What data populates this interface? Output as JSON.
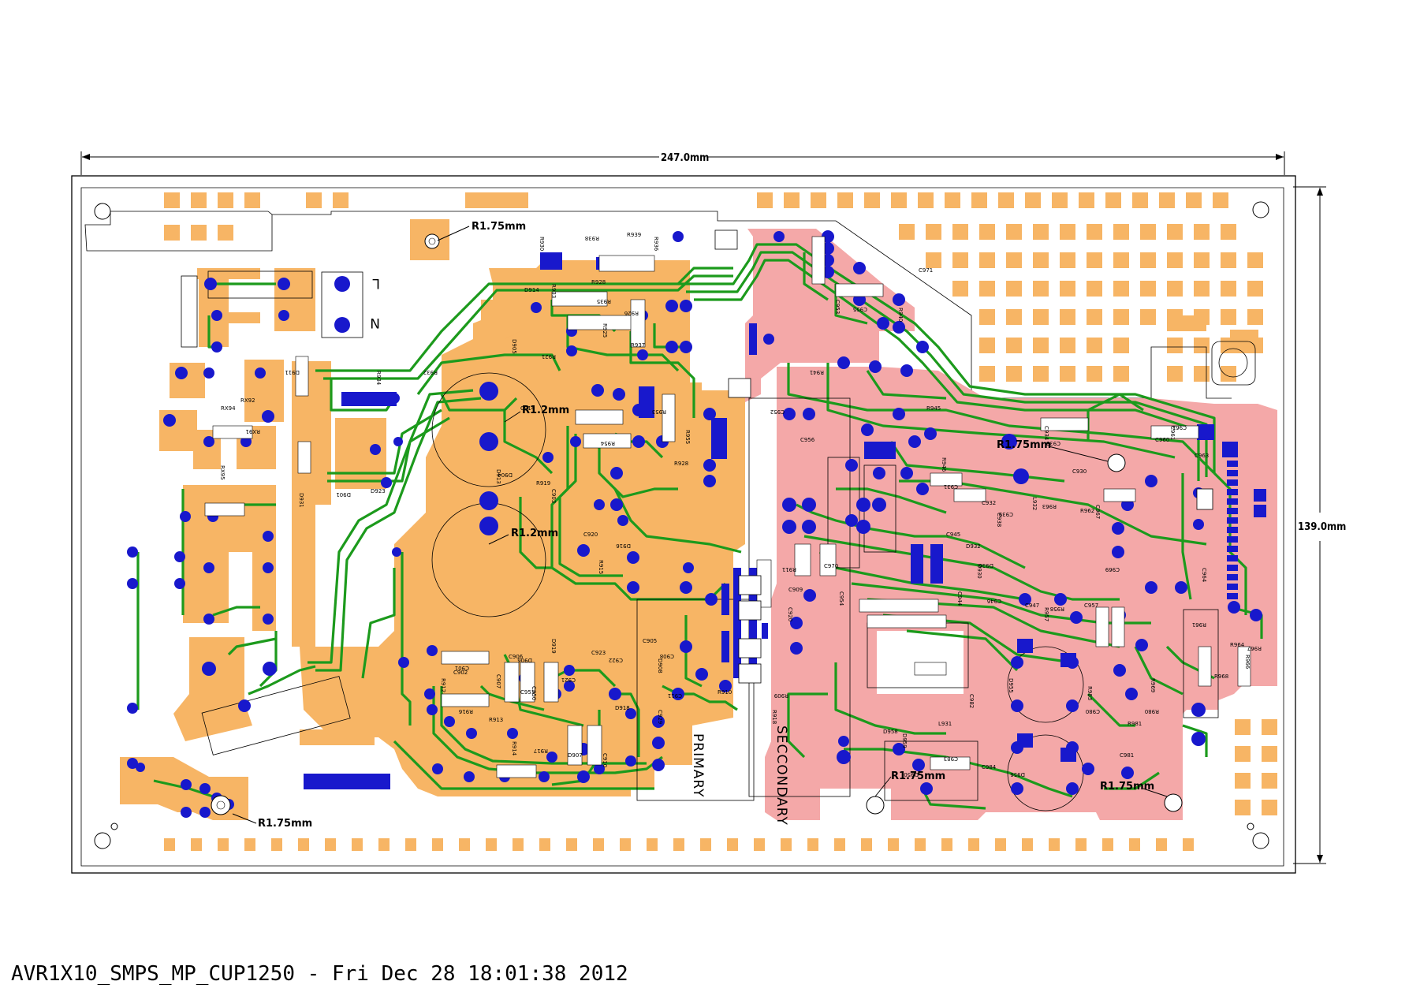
{
  "drawing": {
    "width_label": "247.0mm",
    "height_label": "139.0mm",
    "primary_label": "PRIMARY",
    "secondary_label": "SECCONDARY",
    "radius_labels": [
      "R1.75mm",
      "R1.2mm",
      "R1.2mm",
      "R1.75mm",
      "R1.75mm",
      "R1.75mm",
      "R1.75mm"
    ],
    "connector_labels": [
      "L",
      "N"
    ],
    "component_labels": [
      "R930",
      "R938",
      "R939",
      "R936",
      "R935",
      "R937",
      "R933",
      "D911",
      "RX94",
      "RX95",
      "RX91",
      "RX92",
      "D931",
      "D901",
      "D923",
      "R934",
      "R932",
      "D914",
      "D905",
      "R921",
      "R928",
      "R925",
      "R926",
      "C914",
      "D913",
      "D904",
      "R919",
      "C903",
      "R953",
      "R928",
      "R955",
      "R954",
      "C920",
      "R915",
      "D916",
      "D918",
      "D919",
      "D906",
      "C906",
      "C907",
      "C901",
      "C902",
      "R912",
      "R916",
      "R913",
      "R914",
      "R917",
      "D907",
      "C910",
      "C922",
      "C905",
      "D908",
      "C908",
      "C951",
      "C950",
      "C921",
      "C923",
      "C929",
      "C911",
      "R910",
      "R918",
      "R909",
      "C909",
      "C920",
      "R911",
      "C970",
      "C954",
      "C952",
      "C956",
      "C953",
      "C955",
      "C971",
      "R940",
      "R941",
      "R945",
      "R946",
      "C931",
      "C932",
      "C938",
      "C939",
      "D932",
      "D930",
      "D936",
      "C945",
      "C944",
      "C946",
      "C947",
      "R957",
      "R958",
      "C957",
      "C934",
      "C933",
      "C930",
      "C967",
      "C969",
      "C960",
      "C961",
      "C962",
      "C963",
      "C964",
      "R961",
      "R964",
      "R966",
      "R967",
      "R968",
      "R969",
      "R980",
      "R981",
      "R983",
      "C980",
      "C981",
      "C982",
      "C983",
      "C984",
      "D955",
      "D956",
      "D958",
      "D959",
      "D950",
      "L931",
      "L932",
      "R963",
      "R962"
    ],
    "colors": {
      "copper_primary": "#f7b565",
      "copper_secondary": "#f4a8a8",
      "trace": "#1c9a1c",
      "pad": "#1818cc",
      "outline": "#000000",
      "background": "#ffffff"
    }
  },
  "footer": {
    "caption": "AVR1X10_SMPS_MP_CUP1250 - Fri Dec 28 18:01:38 2012"
  }
}
